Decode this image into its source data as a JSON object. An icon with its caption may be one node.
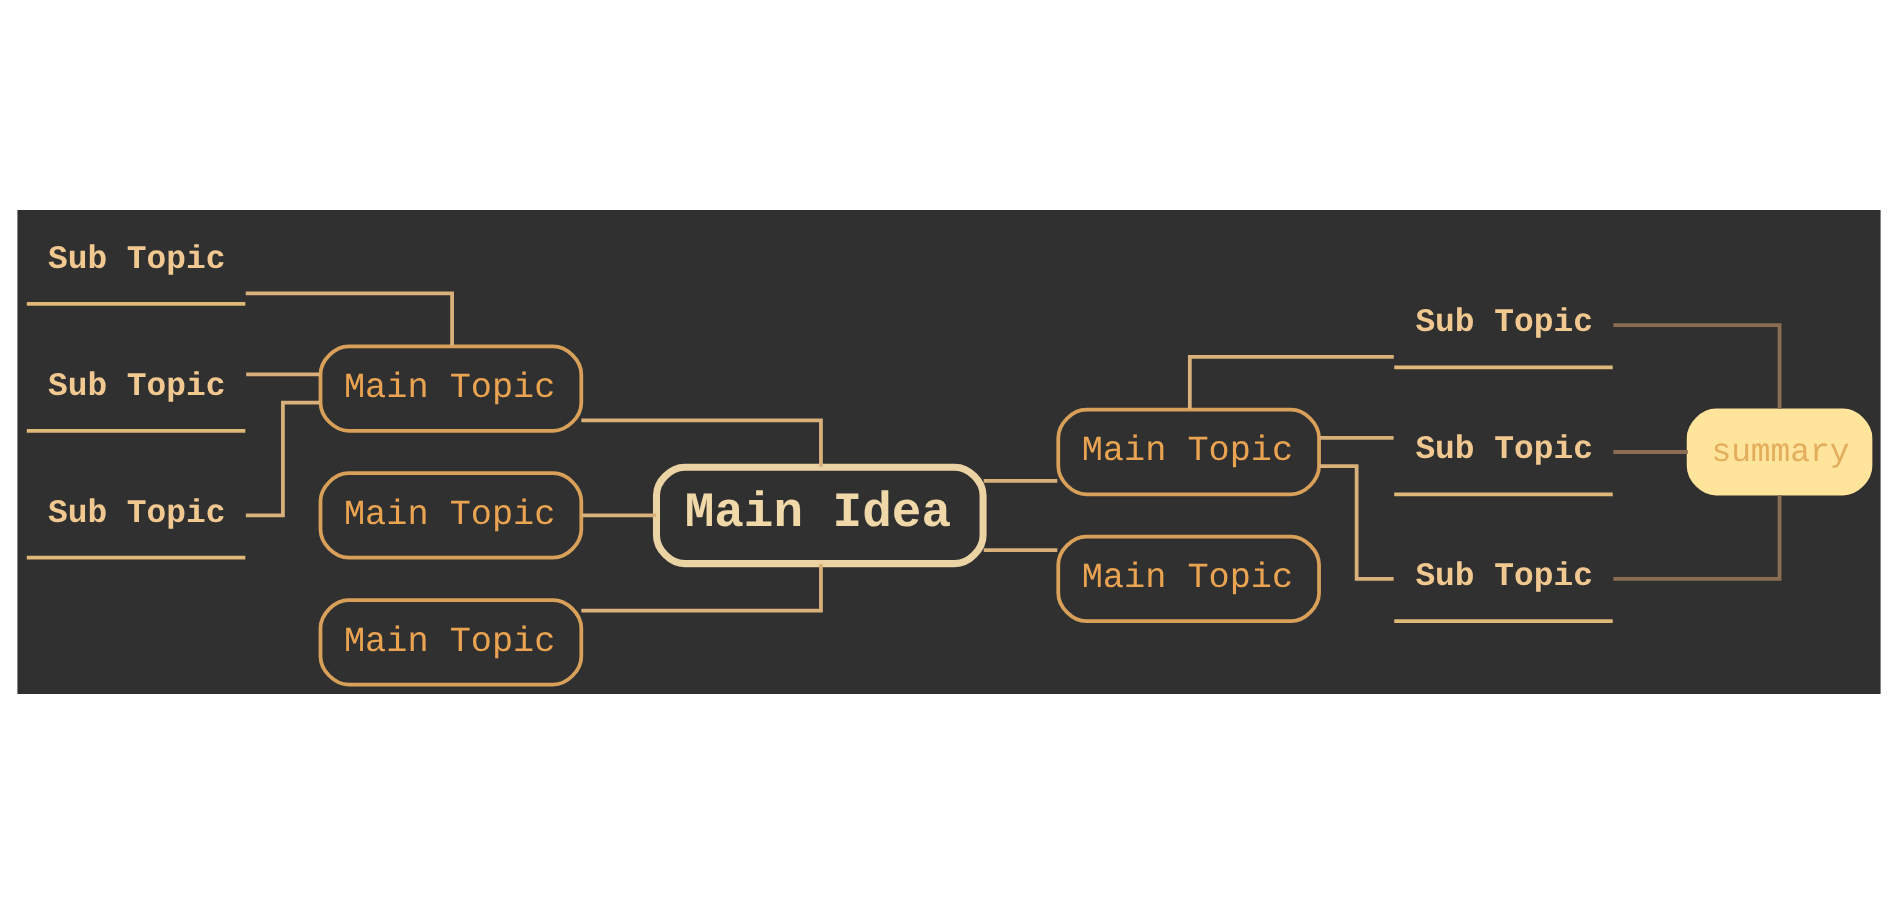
{
  "diagram": {
    "nodes": [
      {
        "text": [
          "Sub Topic"
        ]
      },
      {
        "text": [
          "Sub Topic"
        ]
      },
      {
        "text": [
          "Sub Topic"
        ]
      },
      {
        "text": [
          "Main Topic"
        ]
      },
      {
        "text": [
          "Main Topic"
        ]
      },
      {
        "text": [
          "Main Topic"
        ]
      },
      {
        "text": [
          "Main Idea"
        ]
      },
      {
        "text": [
          "Main Topic"
        ]
      },
      {
        "text": [
          "Main Topic"
        ]
      },
      {
        "text": [
          "Sub Topic"
        ]
      },
      {
        "text": [
          "Sub Topic"
        ]
      },
      {
        "text": [
          "Sub Topic"
        ]
      },
      {
        "text": [
          "summary"
        ]
      }
    ],
    "edges": [
      {
        "from": 6,
        "to": 3,
        "arrow": "none"
      },
      {
        "from": 6,
        "to": 4,
        "arrow": "none"
      },
      {
        "from": 6,
        "to": 5,
        "arrow": "none"
      },
      {
        "from": 3,
        "to": 0,
        "arrow": "none"
      },
      {
        "from": 3,
        "to": 1,
        "arrow": "none"
      },
      {
        "from": 3,
        "to": 2,
        "arrow": "none"
      },
      {
        "from": 6,
        "to": 7,
        "arrow": "none"
      },
      {
        "from": 6,
        "to": 8,
        "arrow": "none"
      },
      {
        "from": 7,
        "to": 9,
        "arrow": "none"
      },
      {
        "from": 7,
        "to": 10,
        "arrow": "none"
      },
      {
        "from": 7,
        "to": 11,
        "arrow": "none"
      },
      {
        "from": 9,
        "to": 12,
        "arrow": "none",
        "color": "#8a6d52"
      },
      {
        "from": 10,
        "to": 12,
        "arrow": "none",
        "color": "#8a6d52"
      },
      {
        "from": 11,
        "to": 12,
        "arrow": "none",
        "color": "#8a6d52"
      }
    ]
  }
}
